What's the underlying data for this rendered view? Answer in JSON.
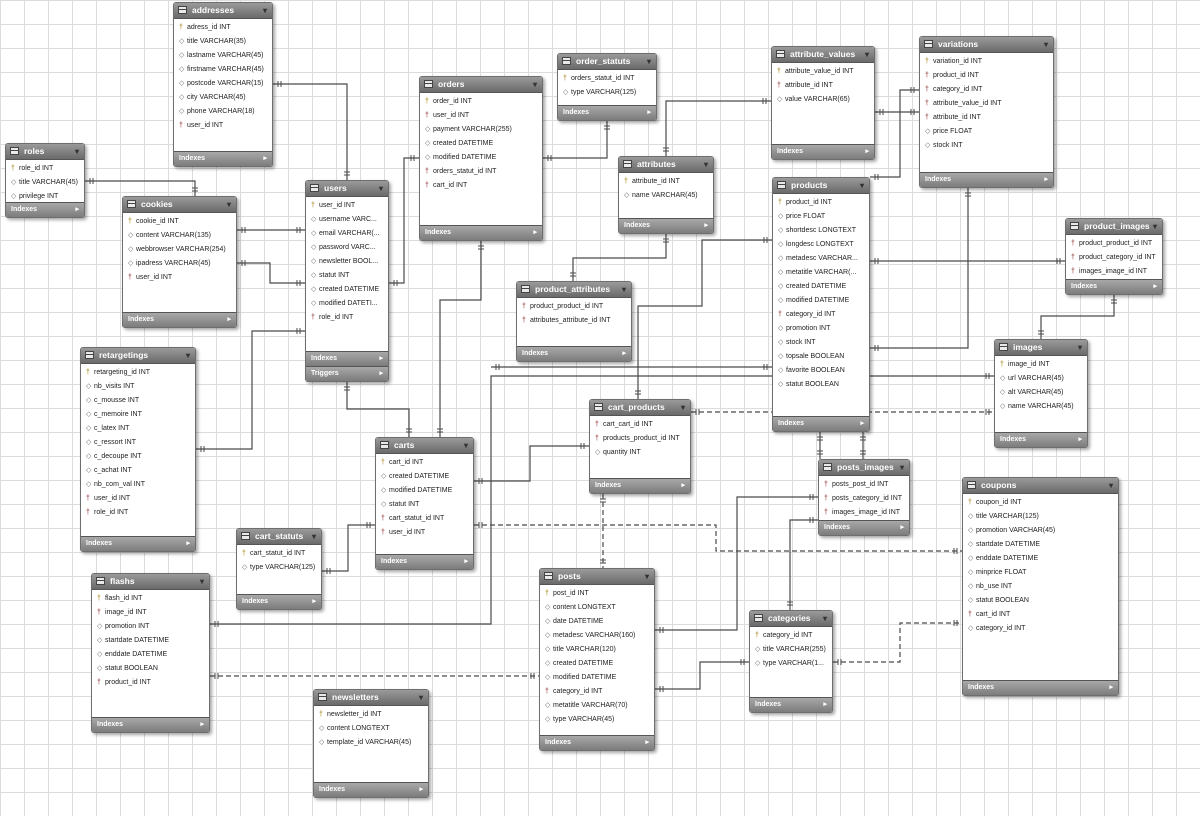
{
  "diagram": {
    "tables": [
      {
        "id": "addresses",
        "title": "addresses",
        "columns": [
          {
            "k": "pk",
            "text": "adress_id INT"
          },
          {
            "k": "opt",
            "text": "title VARCHAR(35)"
          },
          {
            "k": "opt",
            "text": "lastname VARCHAR(45)"
          },
          {
            "k": "opt",
            "text": "firstname VARCHAR(45)"
          },
          {
            "k": "opt",
            "text": "postcode VARCHAR(15)"
          },
          {
            "k": "opt",
            "text": "city VARCHAR(45)"
          },
          {
            "k": "opt",
            "text": "phone VARCHAR(18)"
          },
          {
            "k": "fk",
            "text": "user_id INT"
          }
        ],
        "footers": [
          "Indexes"
        ]
      },
      {
        "id": "roles",
        "title": "roles",
        "columns": [
          {
            "k": "pk",
            "text": "role_id INT"
          },
          {
            "k": "opt",
            "text": "title VARCHAR(45)"
          },
          {
            "k": "opt",
            "text": "privilege INT"
          }
        ],
        "footers": [
          "Indexes"
        ]
      },
      {
        "id": "cookies",
        "title": "cookies",
        "columns": [
          {
            "k": "pk",
            "text": "cookie_id INT"
          },
          {
            "k": "opt",
            "text": "content VARCHAR(135)"
          },
          {
            "k": "opt",
            "text": "webbrowser VARCHAR(254)"
          },
          {
            "k": "opt",
            "text": "ipadress VARCHAR(45)"
          },
          {
            "k": "fk",
            "text": "user_id INT"
          }
        ],
        "footers": [
          "Indexes"
        ]
      },
      {
        "id": "users",
        "title": "users",
        "columns": [
          {
            "k": "pk",
            "text": "user_id INT"
          },
          {
            "k": "opt",
            "text": "username VARC..."
          },
          {
            "k": "opt",
            "text": "email VARCHAR(..."
          },
          {
            "k": "opt",
            "text": "password VARC..."
          },
          {
            "k": "opt",
            "text": "newsletter BOOL..."
          },
          {
            "k": "opt",
            "text": "statut INT"
          },
          {
            "k": "opt",
            "text": "created DATETIME"
          },
          {
            "k": "opt",
            "text": "modified DATETI..."
          },
          {
            "k": "fk",
            "text": "role_id INT"
          }
        ],
        "footers": [
          "Indexes",
          "Triggers"
        ]
      },
      {
        "id": "orders",
        "title": "orders",
        "columns": [
          {
            "k": "pk",
            "text": "order_id INT"
          },
          {
            "k": "fk",
            "text": "user_id INT"
          },
          {
            "k": "opt",
            "text": "payment VARCHAR(255)"
          },
          {
            "k": "opt",
            "text": "created DATETIME"
          },
          {
            "k": "opt",
            "text": "modified DATETIME"
          },
          {
            "k": "fk",
            "text": "orders_statut_id INT"
          },
          {
            "k": "fk",
            "text": "cart_id INT"
          }
        ],
        "footers": [
          "Indexes"
        ]
      },
      {
        "id": "order_statuts",
        "title": "order_statuts",
        "columns": [
          {
            "k": "pk",
            "text": "orders_statut_id INT"
          },
          {
            "k": "opt",
            "text": "type VARCHAR(125)"
          }
        ],
        "footers": [
          "Indexes"
        ]
      },
      {
        "id": "attribute_values",
        "title": "attribute_values",
        "columns": [
          {
            "k": "pk",
            "text": "attribute_value_id INT"
          },
          {
            "k": "fk",
            "text": "attribute_id INT"
          },
          {
            "k": "opt",
            "text": "value VARCHAR(65)"
          }
        ],
        "footers": [
          "Indexes"
        ]
      },
      {
        "id": "variations",
        "title": "variations",
        "columns": [
          {
            "k": "pk",
            "text": "variation_id INT"
          },
          {
            "k": "fk",
            "text": "product_id INT"
          },
          {
            "k": "fk",
            "text": "category_id INT"
          },
          {
            "k": "fk",
            "text": "attribute_value_id INT"
          },
          {
            "k": "fk",
            "text": "attribute_id INT"
          },
          {
            "k": "opt",
            "text": "price FLOAT"
          },
          {
            "k": "opt",
            "text": "stock INT"
          }
        ],
        "footers": [
          "Indexes"
        ]
      },
      {
        "id": "attributes",
        "title": "attributes",
        "columns": [
          {
            "k": "pk",
            "text": "attribute_id INT"
          },
          {
            "k": "opt",
            "text": "name VARCHAR(45)"
          }
        ],
        "footers": [
          "Indexes"
        ]
      },
      {
        "id": "products",
        "title": "products",
        "columns": [
          {
            "k": "pk",
            "text": "product_id INT"
          },
          {
            "k": "opt",
            "text": "price FLOAT"
          },
          {
            "k": "opt",
            "text": "shortdesc LONGTEXT"
          },
          {
            "k": "opt",
            "text": "longdesc LONGTEXT"
          },
          {
            "k": "opt",
            "text": "metadesc VARCHAR..."
          },
          {
            "k": "opt",
            "text": "metatitle VARCHAR(..."
          },
          {
            "k": "opt",
            "text": "created DATETIME"
          },
          {
            "k": "opt",
            "text": "modified DATETIME"
          },
          {
            "k": "fk",
            "text": "category_id INT"
          },
          {
            "k": "opt",
            "text": "promotion INT"
          },
          {
            "k": "opt",
            "text": "stock INT"
          },
          {
            "k": "opt",
            "text": "topsale BOOLEAN"
          },
          {
            "k": "opt",
            "text": "favorite BOOLEAN"
          },
          {
            "k": "opt",
            "text": "statut BOOLEAN"
          }
        ],
        "footers": [
          "Indexes"
        ]
      },
      {
        "id": "product_images",
        "title": "product_images",
        "columns": [
          {
            "k": "fk",
            "text": "product_product_id INT"
          },
          {
            "k": "fk",
            "text": "product_category_id INT"
          },
          {
            "k": "fk",
            "text": "images_image_id INT"
          }
        ],
        "footers": [
          "Indexes"
        ]
      },
      {
        "id": "product_attributes",
        "title": "product_attributes",
        "columns": [
          {
            "k": "fk",
            "text": "product_product_id INT"
          },
          {
            "k": "fk",
            "text": "attributes_attribute_id INT"
          }
        ],
        "footers": [
          "Indexes"
        ]
      },
      {
        "id": "retargetings",
        "title": "retargetings",
        "columns": [
          {
            "k": "pk",
            "text": "retargeting_id INT"
          },
          {
            "k": "opt",
            "text": "nb_visits INT"
          },
          {
            "k": "opt",
            "text": "c_mousse INT"
          },
          {
            "k": "opt",
            "text": "c_memoire INT"
          },
          {
            "k": "opt",
            "text": "c_latex INT"
          },
          {
            "k": "opt",
            "text": "c_ressort INT"
          },
          {
            "k": "opt",
            "text": "c_decoupe INT"
          },
          {
            "k": "opt",
            "text": "c_achat INT"
          },
          {
            "k": "opt",
            "text": "nb_com_val INT"
          },
          {
            "k": "fk",
            "text": "user_id INT"
          },
          {
            "k": "fk",
            "text": "role_id INT"
          }
        ],
        "footers": [
          "Indexes"
        ]
      },
      {
        "id": "images",
        "title": "images",
        "columns": [
          {
            "k": "pk",
            "text": "image_id INT"
          },
          {
            "k": "opt",
            "text": "url VARCHAR(45)"
          },
          {
            "k": "opt",
            "text": "alt VARCHAR(45)"
          },
          {
            "k": "opt",
            "text": "name VARCHAR(45)"
          }
        ],
        "footers": [
          "Indexes"
        ]
      },
      {
        "id": "cart_products",
        "title": "cart_products",
        "columns": [
          {
            "k": "fk",
            "text": "cart_cart_id INT"
          },
          {
            "k": "fk",
            "text": "products_product_id INT"
          },
          {
            "k": "opt",
            "text": "quantity INT"
          }
        ],
        "footers": [
          "Indexes"
        ]
      },
      {
        "id": "carts",
        "title": "carts",
        "columns": [
          {
            "k": "pk",
            "text": "cart_id INT"
          },
          {
            "k": "opt",
            "text": "created DATETIME"
          },
          {
            "k": "opt",
            "text": "modified DATETIME"
          },
          {
            "k": "opt",
            "text": "statut INT"
          },
          {
            "k": "fk",
            "text": "cart_statut_id INT"
          },
          {
            "k": "fk",
            "text": "user_id INT"
          }
        ],
        "footers": [
          "Indexes"
        ]
      },
      {
        "id": "posts_images",
        "title": "posts_images",
        "columns": [
          {
            "k": "fk",
            "text": "posts_post_id INT"
          },
          {
            "k": "fk",
            "text": "posts_category_id INT"
          },
          {
            "k": "fk",
            "text": "images_image_id INT"
          }
        ],
        "footers": [
          "Indexes"
        ]
      },
      {
        "id": "coupons",
        "title": "coupons",
        "columns": [
          {
            "k": "pk",
            "text": "coupon_id INT"
          },
          {
            "k": "opt",
            "text": "title VARCHAR(125)"
          },
          {
            "k": "opt",
            "text": "promotion VARCHAR(45)"
          },
          {
            "k": "opt",
            "text": "startdate DATETIME"
          },
          {
            "k": "opt",
            "text": "enddate DATETIME"
          },
          {
            "k": "opt",
            "text": "minprice FLOAT"
          },
          {
            "k": "opt",
            "text": "nb_use INT"
          },
          {
            "k": "opt",
            "text": "statut BOOLEAN"
          },
          {
            "k": "fk",
            "text": "cart_id INT"
          },
          {
            "k": "opt",
            "text": "category_id INT"
          }
        ],
        "footers": [
          "Indexes"
        ]
      },
      {
        "id": "cart_statuts",
        "title": "cart_statuts",
        "columns": [
          {
            "k": "pk",
            "text": "cart_statut_id INT"
          },
          {
            "k": "opt",
            "text": "type VARCHAR(125)"
          }
        ],
        "footers": [
          "Indexes"
        ]
      },
      {
        "id": "flashs",
        "title": "flashs",
        "columns": [
          {
            "k": "pk",
            "text": "flash_id INT"
          },
          {
            "k": "fk",
            "text": "image_id INT"
          },
          {
            "k": "opt",
            "text": "promotion INT"
          },
          {
            "k": "opt",
            "text": "startdate DATETIME"
          },
          {
            "k": "opt",
            "text": "enddate DATETIME"
          },
          {
            "k": "opt",
            "text": "statut BOOLEAN"
          },
          {
            "k": "fk",
            "text": "product_id INT"
          }
        ],
        "footers": [
          "Indexes"
        ]
      },
      {
        "id": "posts",
        "title": "posts",
        "columns": [
          {
            "k": "pk",
            "text": "post_id INT"
          },
          {
            "k": "opt",
            "text": "content LONGTEXT"
          },
          {
            "k": "opt",
            "text": "date DATETIME"
          },
          {
            "k": "opt",
            "text": "metadesc VARCHAR(160)"
          },
          {
            "k": "opt",
            "text": "title VARCHAR(120)"
          },
          {
            "k": "opt",
            "text": "created DATETIME"
          },
          {
            "k": "opt",
            "text": "modified DATETIME"
          },
          {
            "k": "fk",
            "text": "category_id INT"
          },
          {
            "k": "opt",
            "text": "metatitle VARCHAR(70)"
          },
          {
            "k": "opt",
            "text": "type VARCHAR(45)"
          }
        ],
        "footers": [
          "Indexes"
        ]
      },
      {
        "id": "categories",
        "title": "categories",
        "columns": [
          {
            "k": "pk",
            "text": "category_id INT"
          },
          {
            "k": "opt",
            "text": "title VARCHAR(255)"
          },
          {
            "k": "opt",
            "text": "type VARCHAR(1..."
          }
        ],
        "footers": [
          "Indexes"
        ]
      },
      {
        "id": "newsletters",
        "title": "newsletters",
        "columns": [
          {
            "k": "pk",
            "text": "newsletter_id INT"
          },
          {
            "k": "opt",
            "text": "content LONGTEXT"
          },
          {
            "k": "opt",
            "text": "template_id VARCHAR(45)"
          }
        ],
        "footers": [
          "Indexes"
        ]
      }
    ],
    "relations": [
      {
        "from": "addresses",
        "to": "users",
        "style": "solid"
      },
      {
        "from": "roles",
        "to": "cookies",
        "style": "solid"
      },
      {
        "from": "cookies",
        "to": "users",
        "style": "solid"
      },
      {
        "from": "users",
        "to": "orders",
        "style": "solid"
      },
      {
        "from": "orders",
        "to": "order_statuts",
        "style": "solid"
      },
      {
        "from": "attribute_values",
        "to": "variations",
        "style": "solid"
      },
      {
        "from": "attributes",
        "to": "attribute_values",
        "style": "solid"
      },
      {
        "from": "attributes",
        "to": "product_attributes",
        "style": "solid"
      },
      {
        "from": "products",
        "to": "variations",
        "style": "solid"
      },
      {
        "from": "products",
        "to": "product_images",
        "style": "solid"
      },
      {
        "from": "images",
        "to": "product_images",
        "style": "solid"
      },
      {
        "from": "users",
        "to": "retargetings",
        "style": "solid"
      },
      {
        "from": "users",
        "to": "carts",
        "style": "solid"
      },
      {
        "from": "carts",
        "to": "cart_products",
        "style": "solid"
      },
      {
        "from": "products",
        "to": "cart_products",
        "style": "solid"
      },
      {
        "from": "cart_statuts",
        "to": "carts",
        "style": "solid"
      },
      {
        "from": "carts",
        "to": "coupons",
        "style": "dashed"
      },
      {
        "from": "products",
        "to": "posts_images",
        "style": "solid"
      },
      {
        "from": "categories",
        "to": "posts_images",
        "style": "solid"
      },
      {
        "from": "categories",
        "to": "posts",
        "style": "solid"
      },
      {
        "from": "categories",
        "to": "coupons",
        "style": "dashed"
      },
      {
        "from": "flashs",
        "to": "posts",
        "style": "dashed"
      },
      {
        "from": "images",
        "to": "flashs",
        "style": "solid"
      },
      {
        "from": "cart_products",
        "to": "images",
        "style": "dashed"
      }
    ]
  }
}
